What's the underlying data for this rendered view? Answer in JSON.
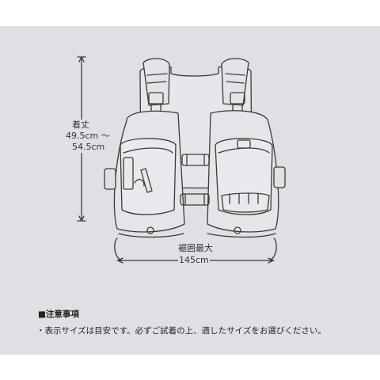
{
  "dimensions": {
    "length_label": "着丈",
    "length_min": "49.5cm ～",
    "length_max": "54.5cm",
    "chest_label": "裾囲最大",
    "chest_value": "145cm"
  },
  "notes": {
    "title": "■注意事項",
    "body": "・表示サイズは目安です。必ずご試着の上、適したサイズをお選びください。"
  },
  "colors": {
    "panel": "#dee0e4",
    "line": "#3a3a3a"
  }
}
